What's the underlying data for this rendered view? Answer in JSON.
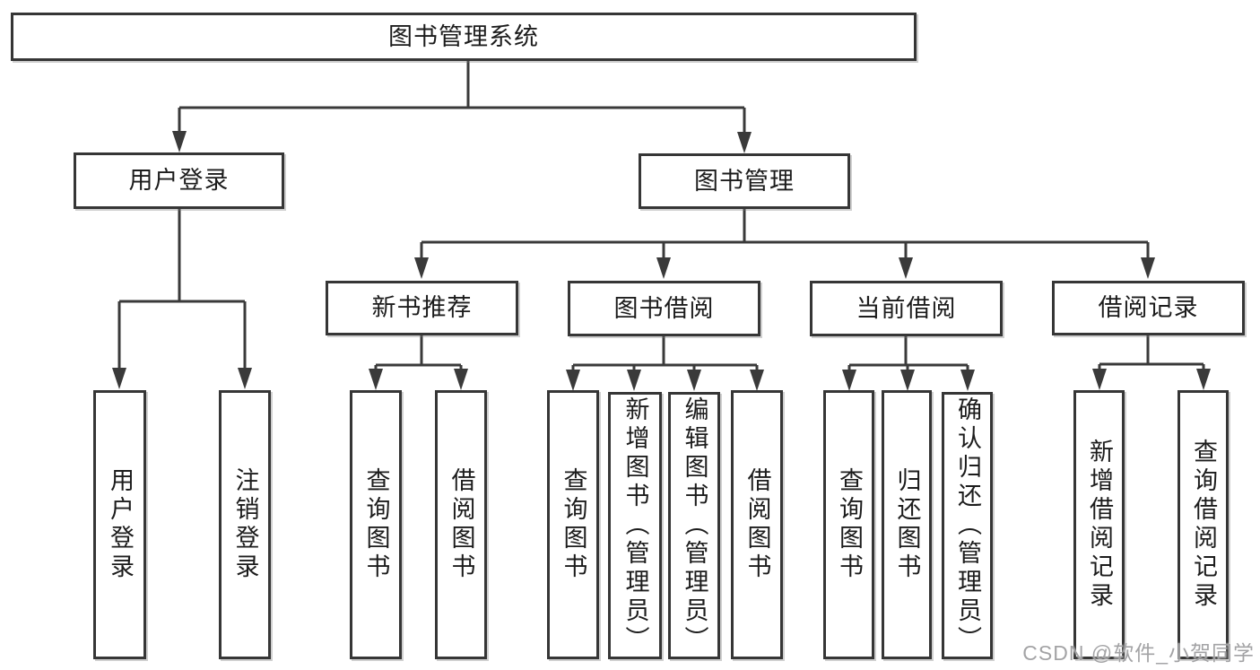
{
  "diagram": {
    "title": "图书管理系统",
    "nodes": {
      "root": {
        "label": "图书管理系统"
      },
      "user_login": {
        "label": "用户登录"
      },
      "book_management": {
        "label": "图书管理"
      },
      "new_book_recommend": {
        "label": "新书推荐"
      },
      "book_borrow": {
        "label": "图书借阅"
      },
      "current_borrow": {
        "label": "当前借阅"
      },
      "borrow_records": {
        "label": "借阅记录"
      },
      "leaf_user_login": {
        "label": "用户登录"
      },
      "leaf_logout": {
        "label": "注销登录"
      },
      "leaf_query_books_recommend": {
        "label": "查询图书"
      },
      "leaf_borrow_books_recommend": {
        "label": "借阅图书"
      },
      "leaf_query_books_borrow": {
        "label": "查询图书"
      },
      "leaf_add_books_admin": {
        "label": "新增图书（管理员）"
      },
      "leaf_edit_books_admin": {
        "label": "编辑图书（管理员）"
      },
      "leaf_borrow_books": {
        "label": "借阅图书"
      },
      "leaf_query_books_current": {
        "label": "查询图书"
      },
      "leaf_return_books": {
        "label": "归还图书"
      },
      "leaf_confirm_return_admin": {
        "label": "确认归还（管理员）"
      },
      "leaf_add_borrow_record": {
        "label": "新增借阅记录"
      },
      "leaf_query_borrow_record": {
        "label": "查询借阅记录"
      }
    },
    "watermark": "CSDN @软件_小贺同学",
    "colors": {
      "line": "#3a3a3a",
      "box_border": "#363636",
      "text": "#1c1c1c",
      "watermark": "#9e9ea0",
      "background": "#ffffff"
    }
  }
}
